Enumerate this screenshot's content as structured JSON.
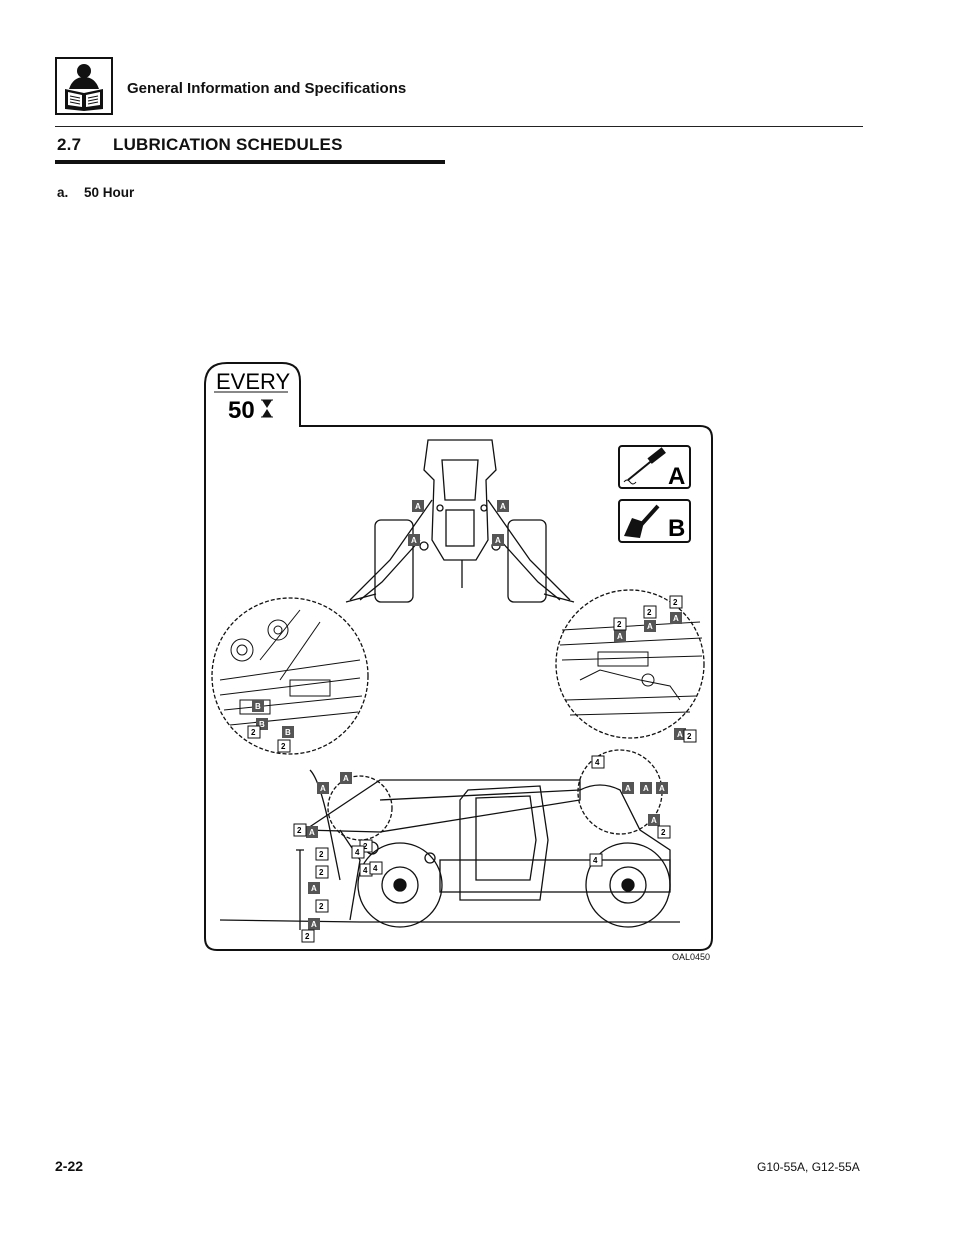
{
  "header": {
    "title": "General Information and Specifications"
  },
  "section": {
    "number": "2.7",
    "title": "LUBRICATION SCHEDULES"
  },
  "subsection": {
    "letter": "a.",
    "title": "50 Hour"
  },
  "figure": {
    "interval_word": "EVERY",
    "interval_value": "50",
    "legend_a": "A",
    "legend_b": "B",
    "callout_a": "A",
    "callout_b": "B",
    "callout_2": "2",
    "callout_4": "4",
    "figure_id": "OAL0450"
  },
  "footer": {
    "page_number": "2-22",
    "models": "G10-55A, G12-55A"
  }
}
